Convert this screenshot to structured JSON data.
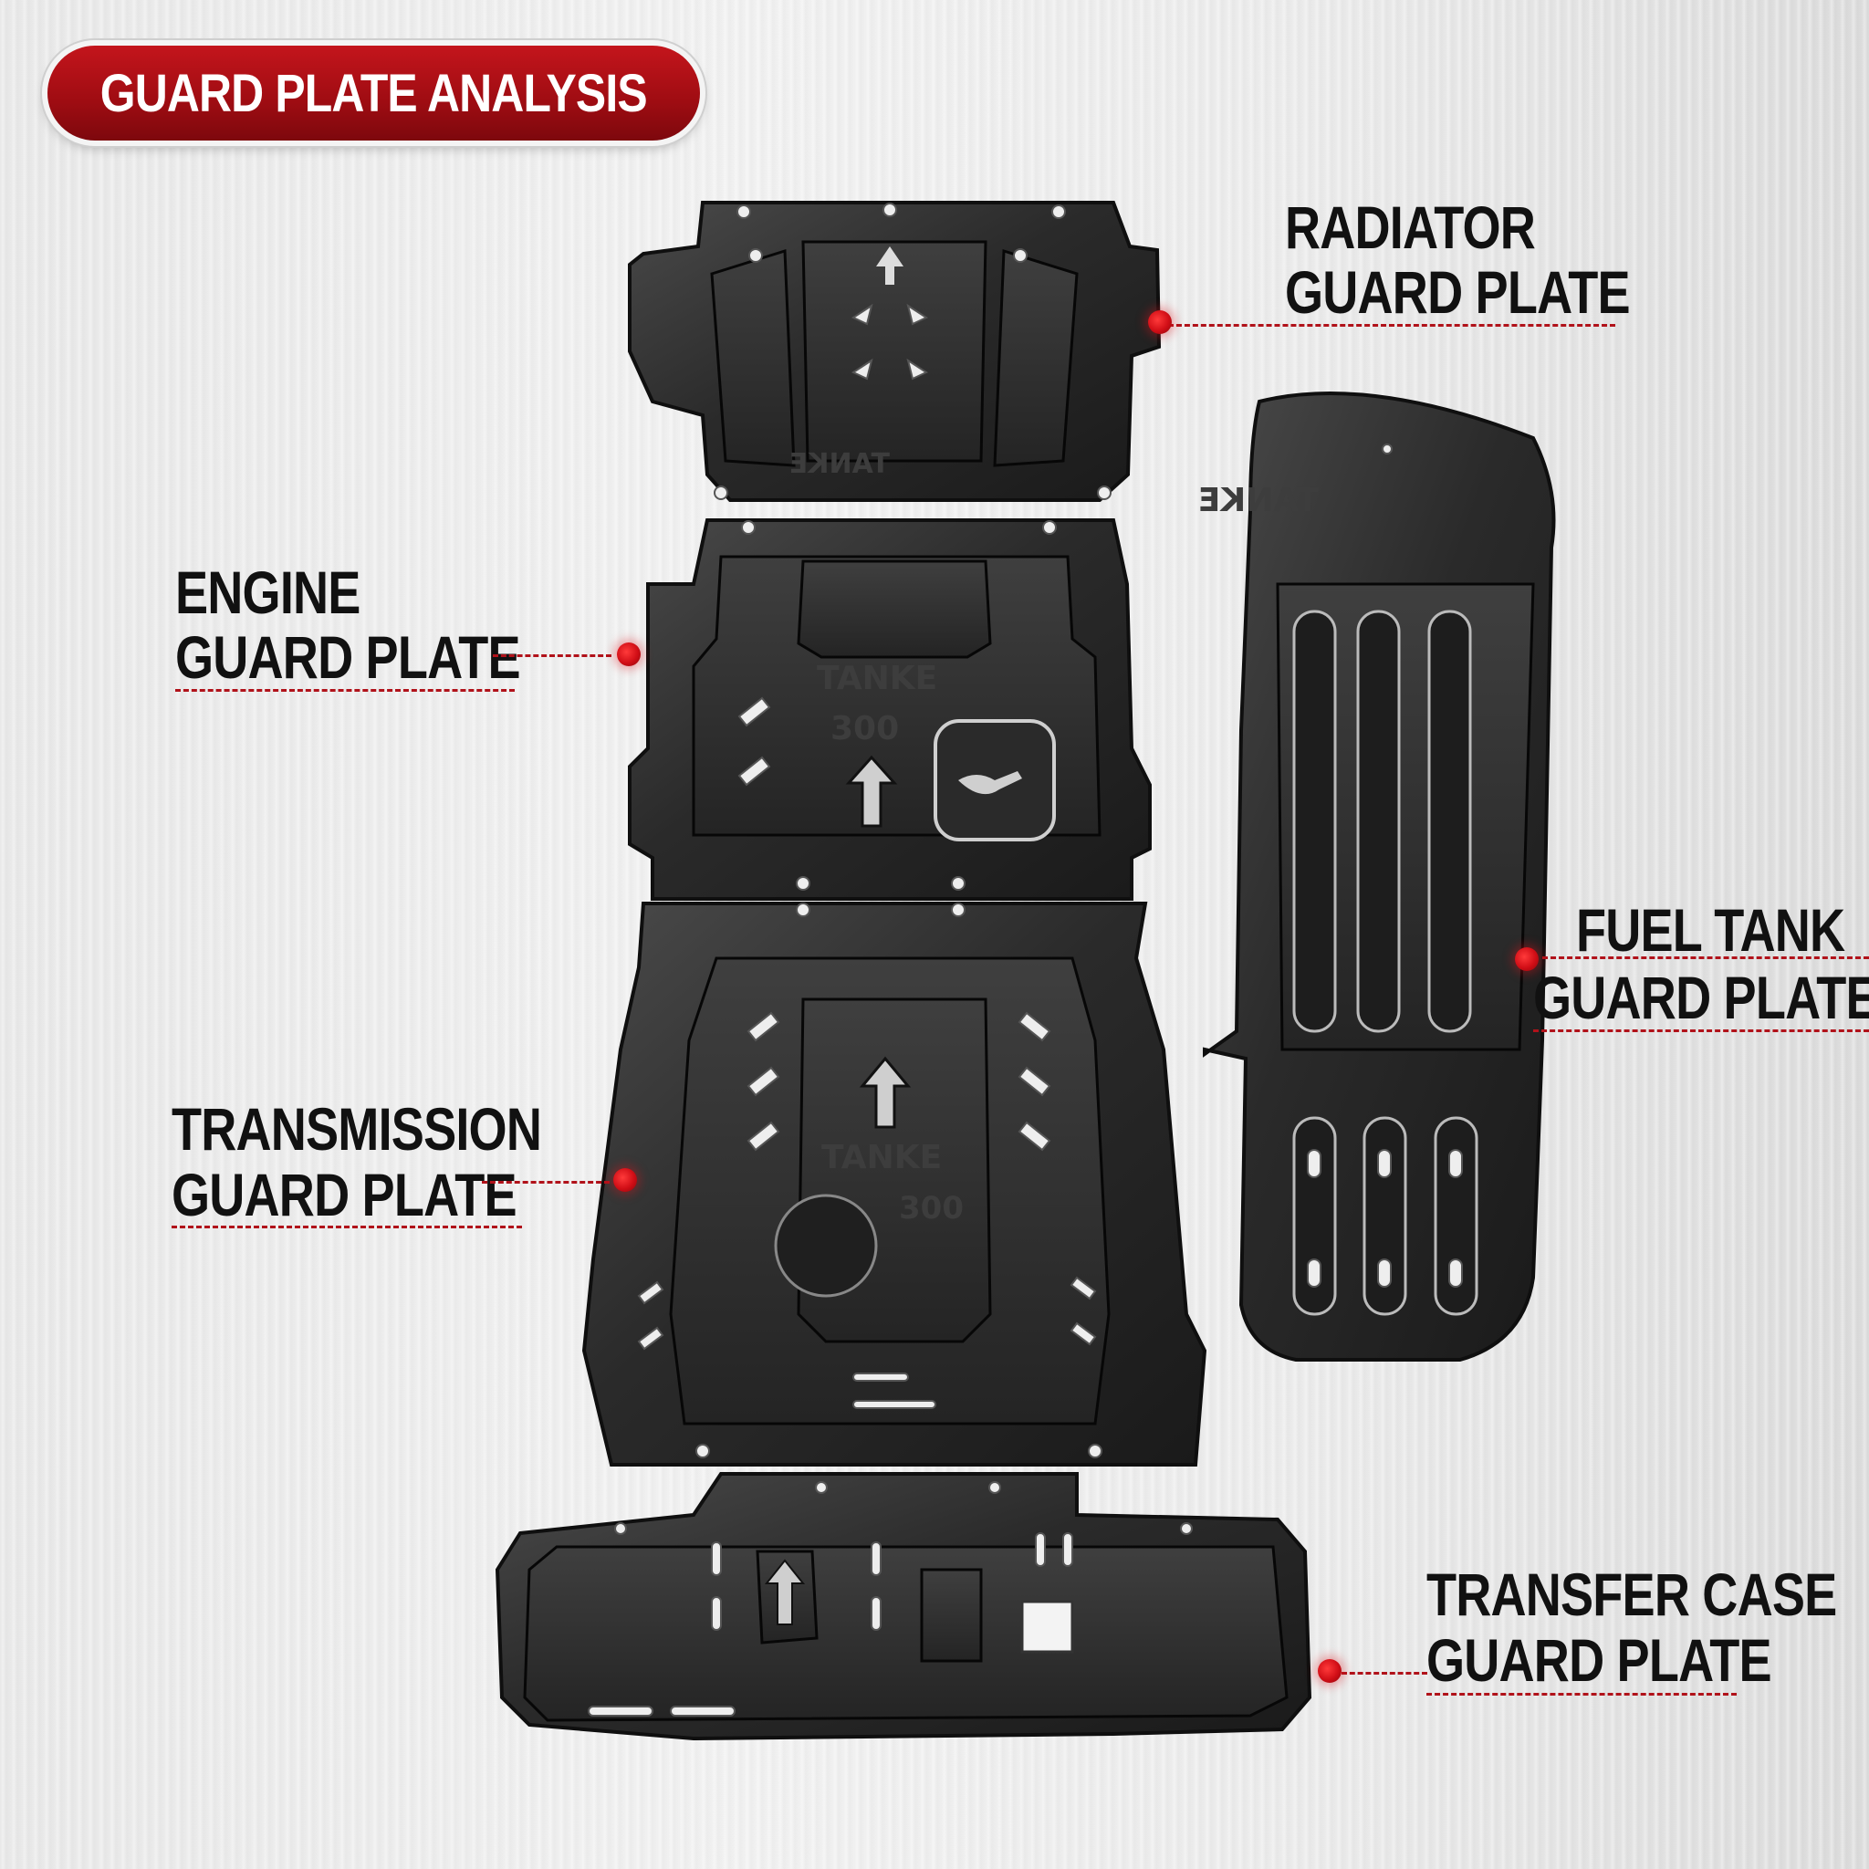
{
  "title": "GUARD PLATE ANALYSIS",
  "labels": {
    "radiator": {
      "line1": "RADIATOR",
      "line2": "GUARD PLATE"
    },
    "engine": {
      "line1": "ENGINE",
      "line2": "GUARD PLATE"
    },
    "fuel_tank": {
      "line1": "FUEL TANK",
      "line2": "GUARD PLATE"
    },
    "transmission": {
      "line1": "TRANSMISSION",
      "line2": "GUARD PLATE"
    },
    "transfer_case": {
      "line1": "TRANSFER CASE",
      "line2": "GUARD PLATE"
    }
  },
  "embossing": {
    "brand": "TANKE",
    "model": "300"
  },
  "colors": {
    "accent_red": "#b1121a",
    "plate_dark": "#262626",
    "text": "#111111"
  },
  "icons": [
    "arrow-up-icon",
    "oil-can-icon"
  ]
}
